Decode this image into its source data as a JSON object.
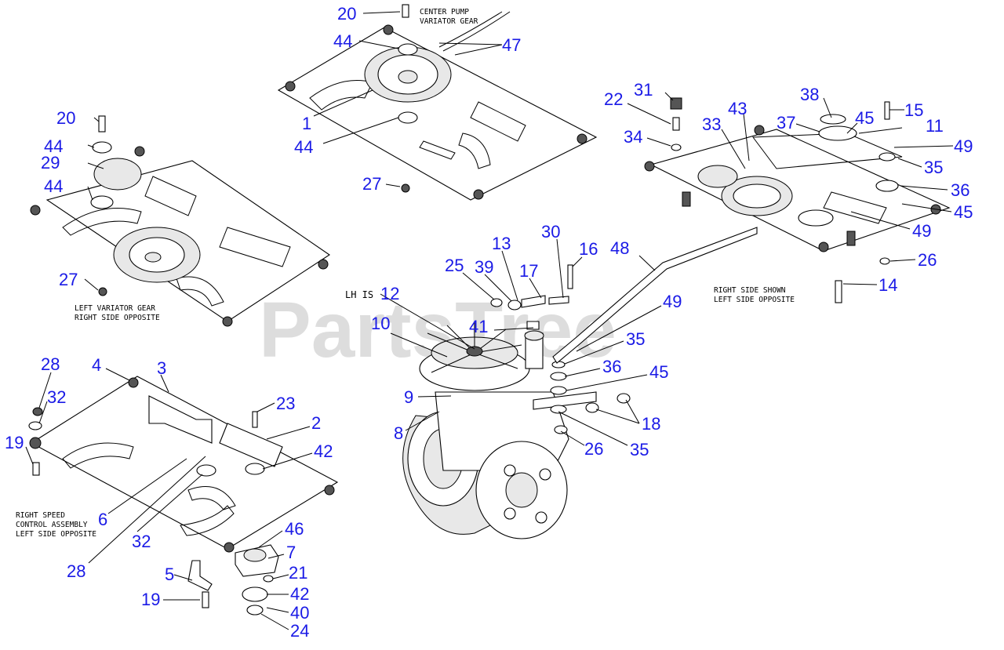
{
  "watermark": "PartsTree",
  "notes": {
    "center_pump_1": "CENTER PUMP",
    "center_pump_2": "VARIATOR GEAR",
    "left_variator_1": "LEFT VARIATOR GEAR",
    "left_variator_2": "RIGHT SIDE OPPOSITE",
    "right_side_1": "RIGHT SIDE SHOWN",
    "right_side_2": "LEFT SIDE OPPOSITE",
    "right_speed_1": "RIGHT SPEED",
    "right_speed_2": "CONTROL ASSEMBLY",
    "right_speed_3": "LEFT SIDE OPPOSITE",
    "lh_is": "LH IS"
  },
  "callouts": [
    {
      "id": "c20a",
      "label": "20"
    },
    {
      "id": "c44a",
      "label": "44"
    },
    {
      "id": "c47",
      "label": "47"
    },
    {
      "id": "c1",
      "label": "1"
    },
    {
      "id": "c44b",
      "label": "44"
    },
    {
      "id": "c27a",
      "label": "27"
    },
    {
      "id": "c20b",
      "label": "20"
    },
    {
      "id": "c44c",
      "label": "44"
    },
    {
      "id": "c29",
      "label": "29"
    },
    {
      "id": "c44d",
      "label": "44"
    },
    {
      "id": "c27b",
      "label": "27"
    },
    {
      "id": "c31",
      "label": "31"
    },
    {
      "id": "c22",
      "label": "22"
    },
    {
      "id": "c43",
      "label": "43"
    },
    {
      "id": "c38",
      "label": "38"
    },
    {
      "id": "c15",
      "label": "15"
    },
    {
      "id": "c33",
      "label": "33"
    },
    {
      "id": "c37",
      "label": "37"
    },
    {
      "id": "c45a",
      "label": "45"
    },
    {
      "id": "c11",
      "label": "11"
    },
    {
      "id": "c34",
      "label": "34"
    },
    {
      "id": "c49a",
      "label": "49"
    },
    {
      "id": "c35a",
      "label": "35"
    },
    {
      "id": "c36a",
      "label": "36"
    },
    {
      "id": "c45b",
      "label": "45"
    },
    {
      "id": "c49b",
      "label": "49"
    },
    {
      "id": "c26a",
      "label": "26"
    },
    {
      "id": "c14",
      "label": "14"
    },
    {
      "id": "c13",
      "label": "13"
    },
    {
      "id": "c30",
      "label": "30"
    },
    {
      "id": "c16",
      "label": "16"
    },
    {
      "id": "c48",
      "label": "48"
    },
    {
      "id": "c25",
      "label": "25"
    },
    {
      "id": "c39",
      "label": "39"
    },
    {
      "id": "c17",
      "label": "17"
    },
    {
      "id": "c12",
      "label": "12"
    },
    {
      "id": "c49c",
      "label": "49"
    },
    {
      "id": "c10",
      "label": "10"
    },
    {
      "id": "c41",
      "label": "41"
    },
    {
      "id": "c35b",
      "label": "35"
    },
    {
      "id": "c36b",
      "label": "36"
    },
    {
      "id": "c45c",
      "label": "45"
    },
    {
      "id": "c9",
      "label": "9"
    },
    {
      "id": "c8",
      "label": "8"
    },
    {
      "id": "c18",
      "label": "18"
    },
    {
      "id": "c26b",
      "label": "26"
    },
    {
      "id": "c35c",
      "label": "35"
    },
    {
      "id": "c28a",
      "label": "28"
    },
    {
      "id": "c4",
      "label": "4"
    },
    {
      "id": "c3",
      "label": "3"
    },
    {
      "id": "c32a",
      "label": "32"
    },
    {
      "id": "c23",
      "label": "23"
    },
    {
      "id": "c2",
      "label": "2"
    },
    {
      "id": "c19a",
      "label": "19"
    },
    {
      "id": "c42a",
      "label": "42"
    },
    {
      "id": "c6",
      "label": "6"
    },
    {
      "id": "c32b",
      "label": "32"
    },
    {
      "id": "c46",
      "label": "46"
    },
    {
      "id": "c28b",
      "label": "28"
    },
    {
      "id": "c7",
      "label": "7"
    },
    {
      "id": "c5",
      "label": "5"
    },
    {
      "id": "c21",
      "label": "21"
    },
    {
      "id": "c42b",
      "label": "42"
    },
    {
      "id": "c19b",
      "label": "19"
    },
    {
      "id": "c40",
      "label": "40"
    },
    {
      "id": "c24",
      "label": "24"
    }
  ]
}
